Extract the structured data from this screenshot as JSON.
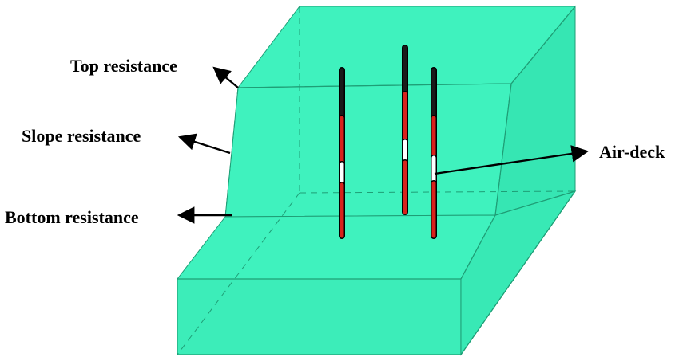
{
  "labels": {
    "top_resistance": "Top resistance",
    "slope_resistance": "Slope resistance",
    "bottom_resistance": "Bottom resistance",
    "air_deck": "Air-deck"
  },
  "colors": {
    "block_fill": "#3FF2BE",
    "block_edge": "#1F9E76",
    "stemming": "#1A1A1A",
    "charge": "#D8231C",
    "air_deck": "#FFFFFF",
    "arrow": "#000000"
  },
  "boreholes": [
    {
      "name": "left",
      "segments": [
        "stemming",
        "charge",
        "air_deck",
        "charge"
      ]
    },
    {
      "name": "middle",
      "segments": [
        "stemming",
        "charge",
        "air_deck",
        "charge"
      ]
    },
    {
      "name": "right",
      "segments": [
        "stemming",
        "charge",
        "air_deck",
        "charge"
      ]
    }
  ]
}
